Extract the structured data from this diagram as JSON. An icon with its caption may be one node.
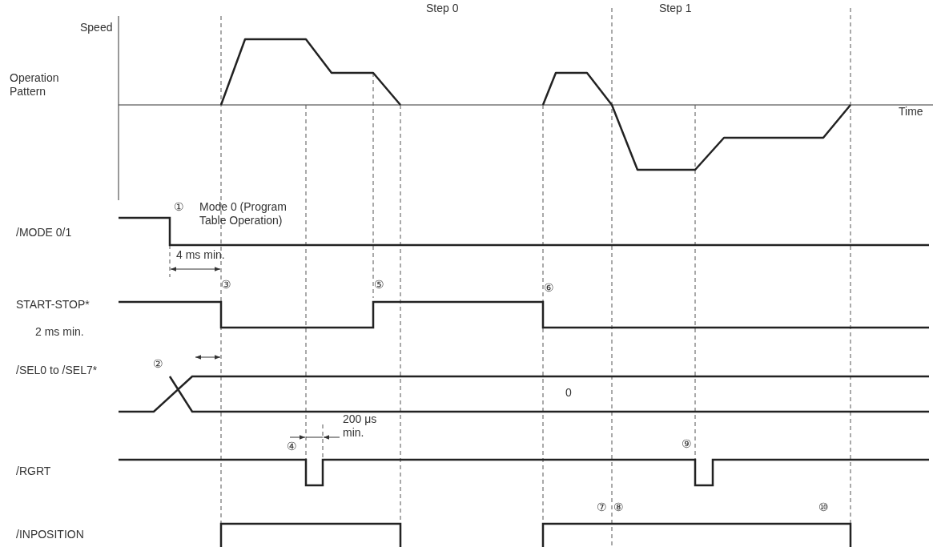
{
  "diagram": {
    "labels": [
      "Speed",
      "Step 0",
      "Step 1",
      "Operation Pattern",
      "Time",
      "①",
      "Mode 0 (Program Table Operation)",
      "/MODE 0/1",
      "4 ms min.",
      "③",
      "⑤",
      "START-STOP*",
      "⑥",
      "2 ms min.",
      "②",
      "/SEL0 to /SEL7*",
      "0",
      "200 μs min.",
      "④",
      "⑨",
      "/RGRT",
      "⑦",
      "⑧",
      "⑩",
      "/INPOSITION"
    ]
  }
}
